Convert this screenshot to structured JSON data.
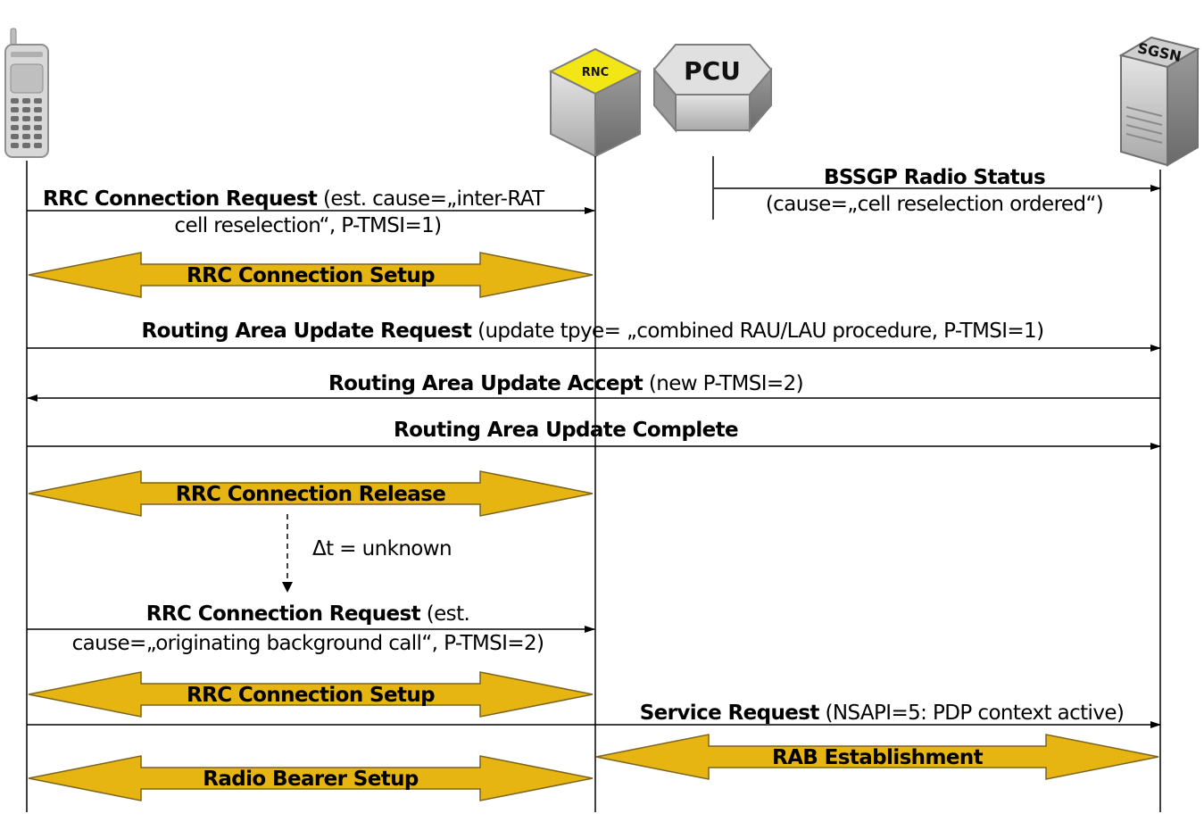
{
  "nodes": {
    "rnc": "RNC",
    "pcu": "PCU",
    "sgsn": "SGSN"
  },
  "messages": [
    {
      "bold": "BSSGP Radio Status",
      "rest": "",
      "line2": "(cause=„cell reselection ordered“)"
    },
    {
      "bold": "RRC Connection Request",
      "rest": " (est. cause=„inter-RAT",
      "line2": "cell reselection“, P-TMSI=1)"
    },
    {
      "bold": "Routing Area Update Request",
      "rest": " (update tpye= „combined RAU/LAU procedure, P-TMSI=1)",
      "line2": ""
    },
    {
      "bold": "Routing Area Update Accept",
      "rest": " (new P-TMSI=2)",
      "line2": ""
    },
    {
      "bold": "Routing Area Update Complete",
      "rest": "",
      "line2": ""
    },
    {
      "bold": "RRC Connection Request",
      "rest": " (est.",
      "line2": "cause=„originating background call“, P-TMSI=2)"
    },
    {
      "bold": "Service Request",
      "rest": " (NSAPI=5: PDP context active)",
      "line2": ""
    }
  ],
  "bands": {
    "setup1": "RRC Connection Setup",
    "release": "RRC Connection Release",
    "setup2": "RRC Connection Setup",
    "rab": "RAB Establishment",
    "bearer": "Radio Bearer Setup"
  },
  "delay": "Δt = unknown",
  "colors": {
    "band_fill": "#e7b511",
    "band_stroke": "#7a6420",
    "rnc_top": "#f2e614",
    "device_grey": "#c9c9c9"
  }
}
